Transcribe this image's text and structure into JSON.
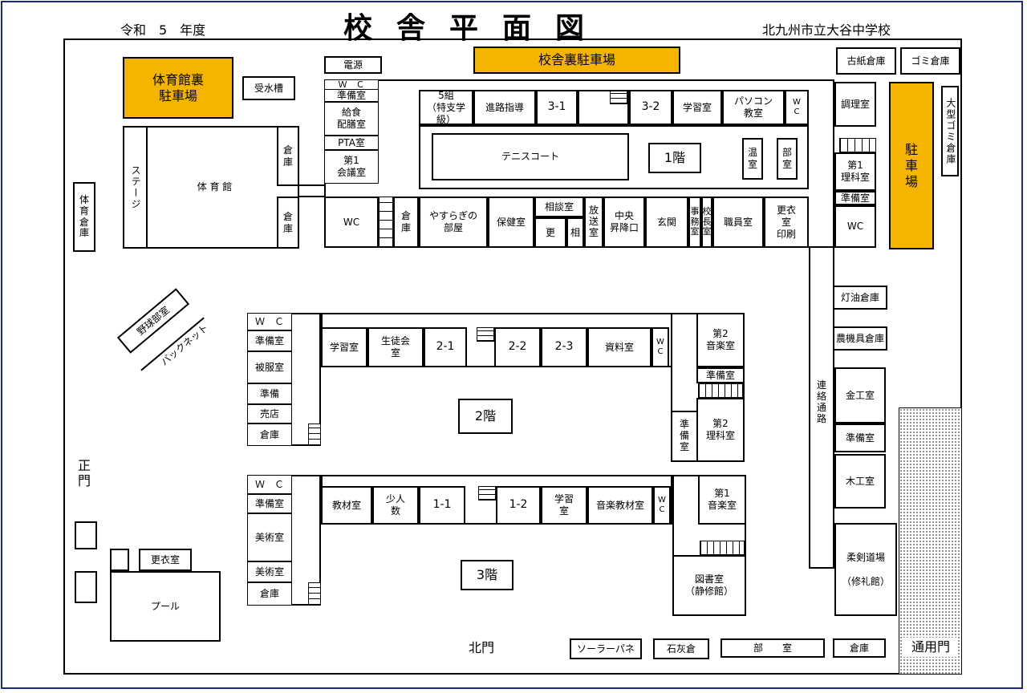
{
  "header": {
    "year": "令和　5　年度",
    "title": "校舎平面図",
    "school": "北九州市立大谷中学校"
  },
  "parking": {
    "gym_back": "体育館裏\n駐車場",
    "school_back": "校舎裏駐車場",
    "east": "駐\n車\n場"
  },
  "north_block": {
    "power": "電源",
    "water_tank": "受水槽",
    "old_paper": "古紙倉庫",
    "garbage": "ゴミ倉庫",
    "large_garbage": "大型ゴミ倉庫",
    "cooking": "調理室",
    "wc_top": "Ｗ　Ｃ",
    "prep": "準備室",
    "lunch": "給食\n配膳室",
    "pta": "PTA室",
    "meeting": "第1\n会議室",
    "class5": "5組\n（特支学級）",
    "guidance": "進路指導",
    "r31": "3-1",
    "r32": "3-2",
    "study": "学習室",
    "pc": "パソコン\n教室",
    "wc_small": "W\nC",
    "tennis": "テニスコート",
    "floor1": "1階",
    "greenhouse": "温\n室",
    "club": "部\n室",
    "sci1": "第1\n理科室",
    "sci1_prep": "準備室",
    "wc_east": "WC",
    "wc_south": "WC",
    "storage_s": "倉\n庫",
    "yasuragi": "やすらぎの\n部屋",
    "health": "保健室",
    "consult": "相談室",
    "change_small": "更",
    "consult_small": "相",
    "broadcast": "放\n送\n室",
    "central_entry": "中央\n昇降口",
    "entrance": "玄関",
    "office": "事\n務\n室",
    "principal": "校\n長\n室",
    "staff": "職員室",
    "changing_print": "更衣\n室\n印刷"
  },
  "gym": {
    "stage": "ステージ",
    "gym": "体 育 館",
    "storage1": "倉\n庫",
    "storage2": "倉\n庫",
    "gym_storage": "体\n育\n倉\n庫"
  },
  "baseball": {
    "club": "野球部室",
    "backnet": "バックネット"
  },
  "floor2": {
    "wc": "Ｗ　Ｃ",
    "prep": "準備室",
    "uniform": "被服室",
    "prep2": "準備",
    "shop": "売店",
    "storage": "倉庫",
    "study": "学習室",
    "council": "生徒会\n室",
    "r21": "2-1",
    "r22": "2-2",
    "r23": "2-3",
    "materials": "資料室",
    "wc_small": "W\nC",
    "music2": "第2\n音楽室",
    "music2_prep": "準備室",
    "prep_v": "準\n備\n室",
    "sci2": "第2\n理科室",
    "label": "2階"
  },
  "floor3": {
    "wc": "Ｗ　Ｃ",
    "prep": "準備室",
    "art": "美術室",
    "art2": "美術室",
    "storage": "倉庫",
    "teaching": "教材室",
    "small_group": "少人\n数",
    "r11": "1-1",
    "r12": "1-2",
    "study": "学習\n室",
    "music_materials": "音楽教材室",
    "wc_small": "W\nC",
    "music1": "第1\n音楽室",
    "library": "図書室\n（静修館）",
    "label": "3階"
  },
  "east_side": {
    "kerosene": "灯油倉庫",
    "farm": "農機具倉庫",
    "corridor": "連\n絡\n通\n路",
    "metal": "金工室",
    "prep": "準備室",
    "wood": "木工室",
    "dojo": "柔剣道場\n\n（修礼館）"
  },
  "south_side": {
    "pool": "プール",
    "changing": "更衣室",
    "north_gate": "北門",
    "solar": "ソーラーパネ",
    "lime": "石灰倉",
    "club": "部　　室",
    "storage": "倉庫",
    "service_gate": "通用門",
    "main_gate": "正\n門"
  },
  "colors": {
    "parking": "#f5b400",
    "frame": "#1a2a8a"
  }
}
